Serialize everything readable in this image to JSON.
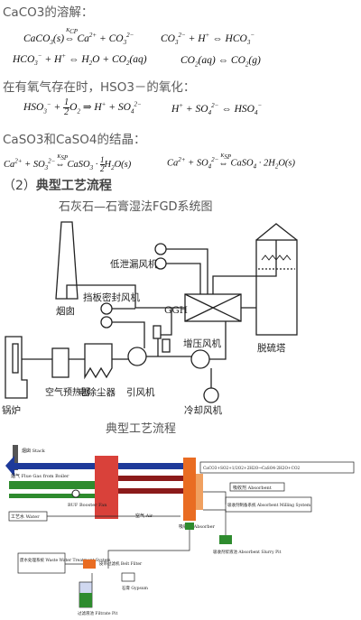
{
  "sections": {
    "dissolution_heading": "CaCO3的溶解：",
    "oxidation_heading": "在有氧气存在时，HSO3－的氧化：",
    "crystallization_heading": "CaSO3和CaSO4的结晶："
  },
  "process": {
    "number": "（2）",
    "title": "典型工艺流程"
  },
  "figure1": {
    "caption": "石灰石—石膏湿法FGD系统图",
    "labels": {
      "low_leak_fan": "低泄漏风机",
      "baffle_seal_fan": "挡板密封风机",
      "chimney": "烟囱",
      "ggh": "GGH",
      "booster_fan": "增压风机",
      "desulf_tower": "脱硫塔",
      "boiler": "锅炉",
      "air_preheater": "空气预热器",
      "esp": "电除尘器",
      "induced_fan": "引风机",
      "cooling_fan": "冷却风机"
    }
  },
  "figure2": {
    "caption": "典型工艺流程",
    "labels": {
      "stack": "烟囱 Stack",
      "flue_gas": "烟气 Flue Gas from Boiler",
      "buf": "BUF Booster Fan",
      "reaction": "CaCO3+SO2+1/2O2+2H2O→CaSO4·2H2O+CO2",
      "absorbent": "吸收剂 Absorbent",
      "milling": "吸收剂制备系统 Absorbent Milling System",
      "process_water": "工艺水 Water",
      "absorber": "吸收塔 Absorber",
      "slurry_pit": "吸收剂浆液池 Absorbent Slurry Pit",
      "waste_water": "废水处理系统 Waste Water Treatment System",
      "belt_filter": "皮带过滤机 Belt Filter",
      "gypsum": "石膏 Gypsum",
      "filtrate_pit": "过滤液池 Filtrate Pit",
      "air": "空气 Air"
    }
  }
}
